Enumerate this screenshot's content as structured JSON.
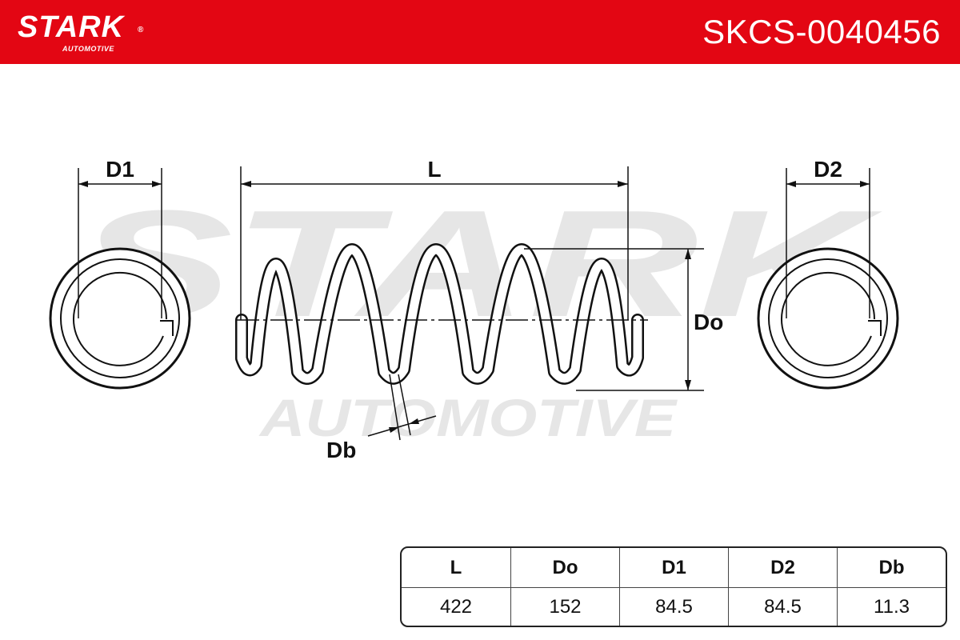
{
  "header": {
    "brand": "STARK",
    "brand_sub": "AUTOMOTIVE",
    "registered_mark": "®",
    "part_number": "SKCS-0040456",
    "accent_color": "#e30613"
  },
  "drawing": {
    "labels": {
      "d1": "D1",
      "l": "L",
      "d2": "D2",
      "do": "Do",
      "db": "Db"
    },
    "watermark": {
      "main": "STARK",
      "sub": "AUTOMOTIVE"
    }
  },
  "specs": {
    "headers": [
      "L",
      "Do",
      "D1",
      "D2",
      "Db"
    ],
    "values": [
      "422",
      "152",
      "84.5",
      "84.5",
      "11.3"
    ]
  }
}
